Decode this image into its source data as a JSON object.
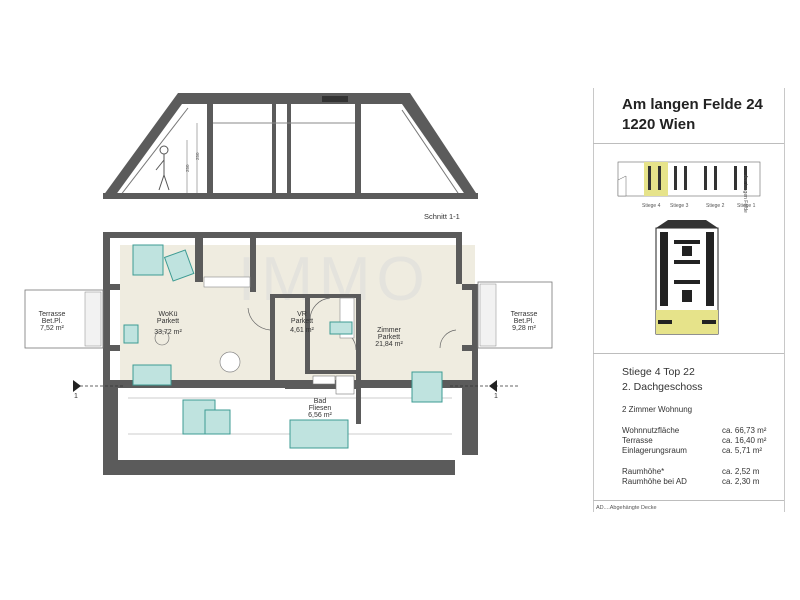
{
  "header": {
    "address_line1": "Am langen Felde 24",
    "address_line2": "1220 Wien"
  },
  "key_plan": {
    "stair_labels": [
      "Stiege 4",
      "Stiege 3",
      "Stiege 2",
      "Stiege 1"
    ],
    "street_label": "Am langen Felde"
  },
  "section": {
    "label": "Schnitt 1-1",
    "dim_1": "250",
    "dim_2": "250"
  },
  "plan": {
    "cut_marker_left": "1",
    "cut_marker_right": "1",
    "watermark": "IMMO",
    "rooms": [
      {
        "name": "Terrasse",
        "floor": "Bet.Pl.",
        "area": "7,52 m²"
      },
      {
        "name": "WoKü",
        "floor": "Parkett",
        "area": "33,72 m²"
      },
      {
        "name": "VR",
        "floor": "Parkett",
        "area": "4,61 m²"
      },
      {
        "name": "Zimmer",
        "floor": "Parkett",
        "area": "21,84 m²"
      },
      {
        "name": "Terrasse",
        "floor": "Bet.Pl.",
        "area": "9,28 m²"
      },
      {
        "name": "Bad",
        "floor": "Fliesen",
        "area": "6,56 m²"
      }
    ]
  },
  "unit": {
    "title": "Stiege 4 Top 22",
    "floor": "2. Dachgeschoss",
    "type": "2 Zimmer Wohnung",
    "areas": [
      {
        "label": "Wohnnutzfläche",
        "value": "ca. 66,73 m²"
      },
      {
        "label": "Terrasse",
        "value": "ca. 16,40 m²"
      },
      {
        "label": "Einlagerungsraum",
        "value": "ca. 5,71 m²"
      }
    ],
    "heights": [
      {
        "label": "Raumhöhe*",
        "value": "ca. 2,52 m"
      },
      {
        "label": "Raumhöhe bei AD",
        "value": "ca. 2,30 m"
      }
    ],
    "footnote": "AD....Abgehängte Decke"
  },
  "colors": {
    "wall": "#555555",
    "highlight": "#e6e38a",
    "furniture": "#4aa8a0",
    "floor_tint": "#ece8da"
  }
}
